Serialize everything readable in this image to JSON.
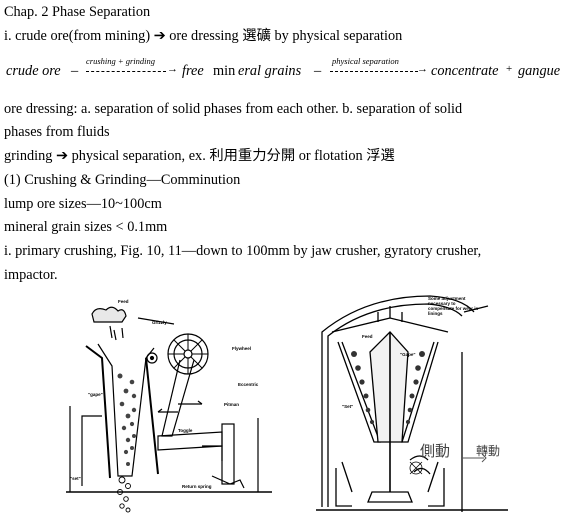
{
  "heading": "Chap. 2 Phase Separation",
  "line1": "i. crude ore(from mining) ➔ ore dressing 選礦   by physical separation",
  "equation": {
    "crude": "crude ore",
    "arrow1_label": "crushing + grinding",
    "free": "free",
    "mineral": "min",
    "eral": "eral grains",
    "arrow2_label": "physical separation",
    "concentrate": "concentrate",
    "plus": "+",
    "gangue": "gangue"
  },
  "line2": "ore dressing: a. separation of solid phases from each other. b. separation of solid",
  "line3": "phases from fluids",
  "line4": "grinding ➔ physical separation, ex. 利用重力分開   or flotation 浮選",
  "line5": "(1) Crushing & Grinding—Comminution",
  "line6": "lump ore sizes—10~100cm",
  "line7": "mineral grain sizes < 0.1mm",
  "line8": "i. primary crushing, Fig. 10, 11—down to 100mm by jaw crusher, gyratory crusher,",
  "line9": "impactor.",
  "figure_jaw": {
    "feed": "Feed",
    "grizzly": "Grizzly",
    "flywheel": "Flywheel",
    "eccentric": "Eccentric",
    "pitman": "Pitman",
    "gape": "\"gape\"",
    "toggle": "Toggle",
    "set": "\"set\"",
    "return_spring": "Return spring"
  },
  "figure_gyratory": {
    "note": "Some adjustment necessary to compensate for wear in linings",
    "feed": "Feed",
    "gape": "\"Gape\"",
    "set": "\"Set\"",
    "hand1": "側動",
    "hand2": "轉動"
  }
}
